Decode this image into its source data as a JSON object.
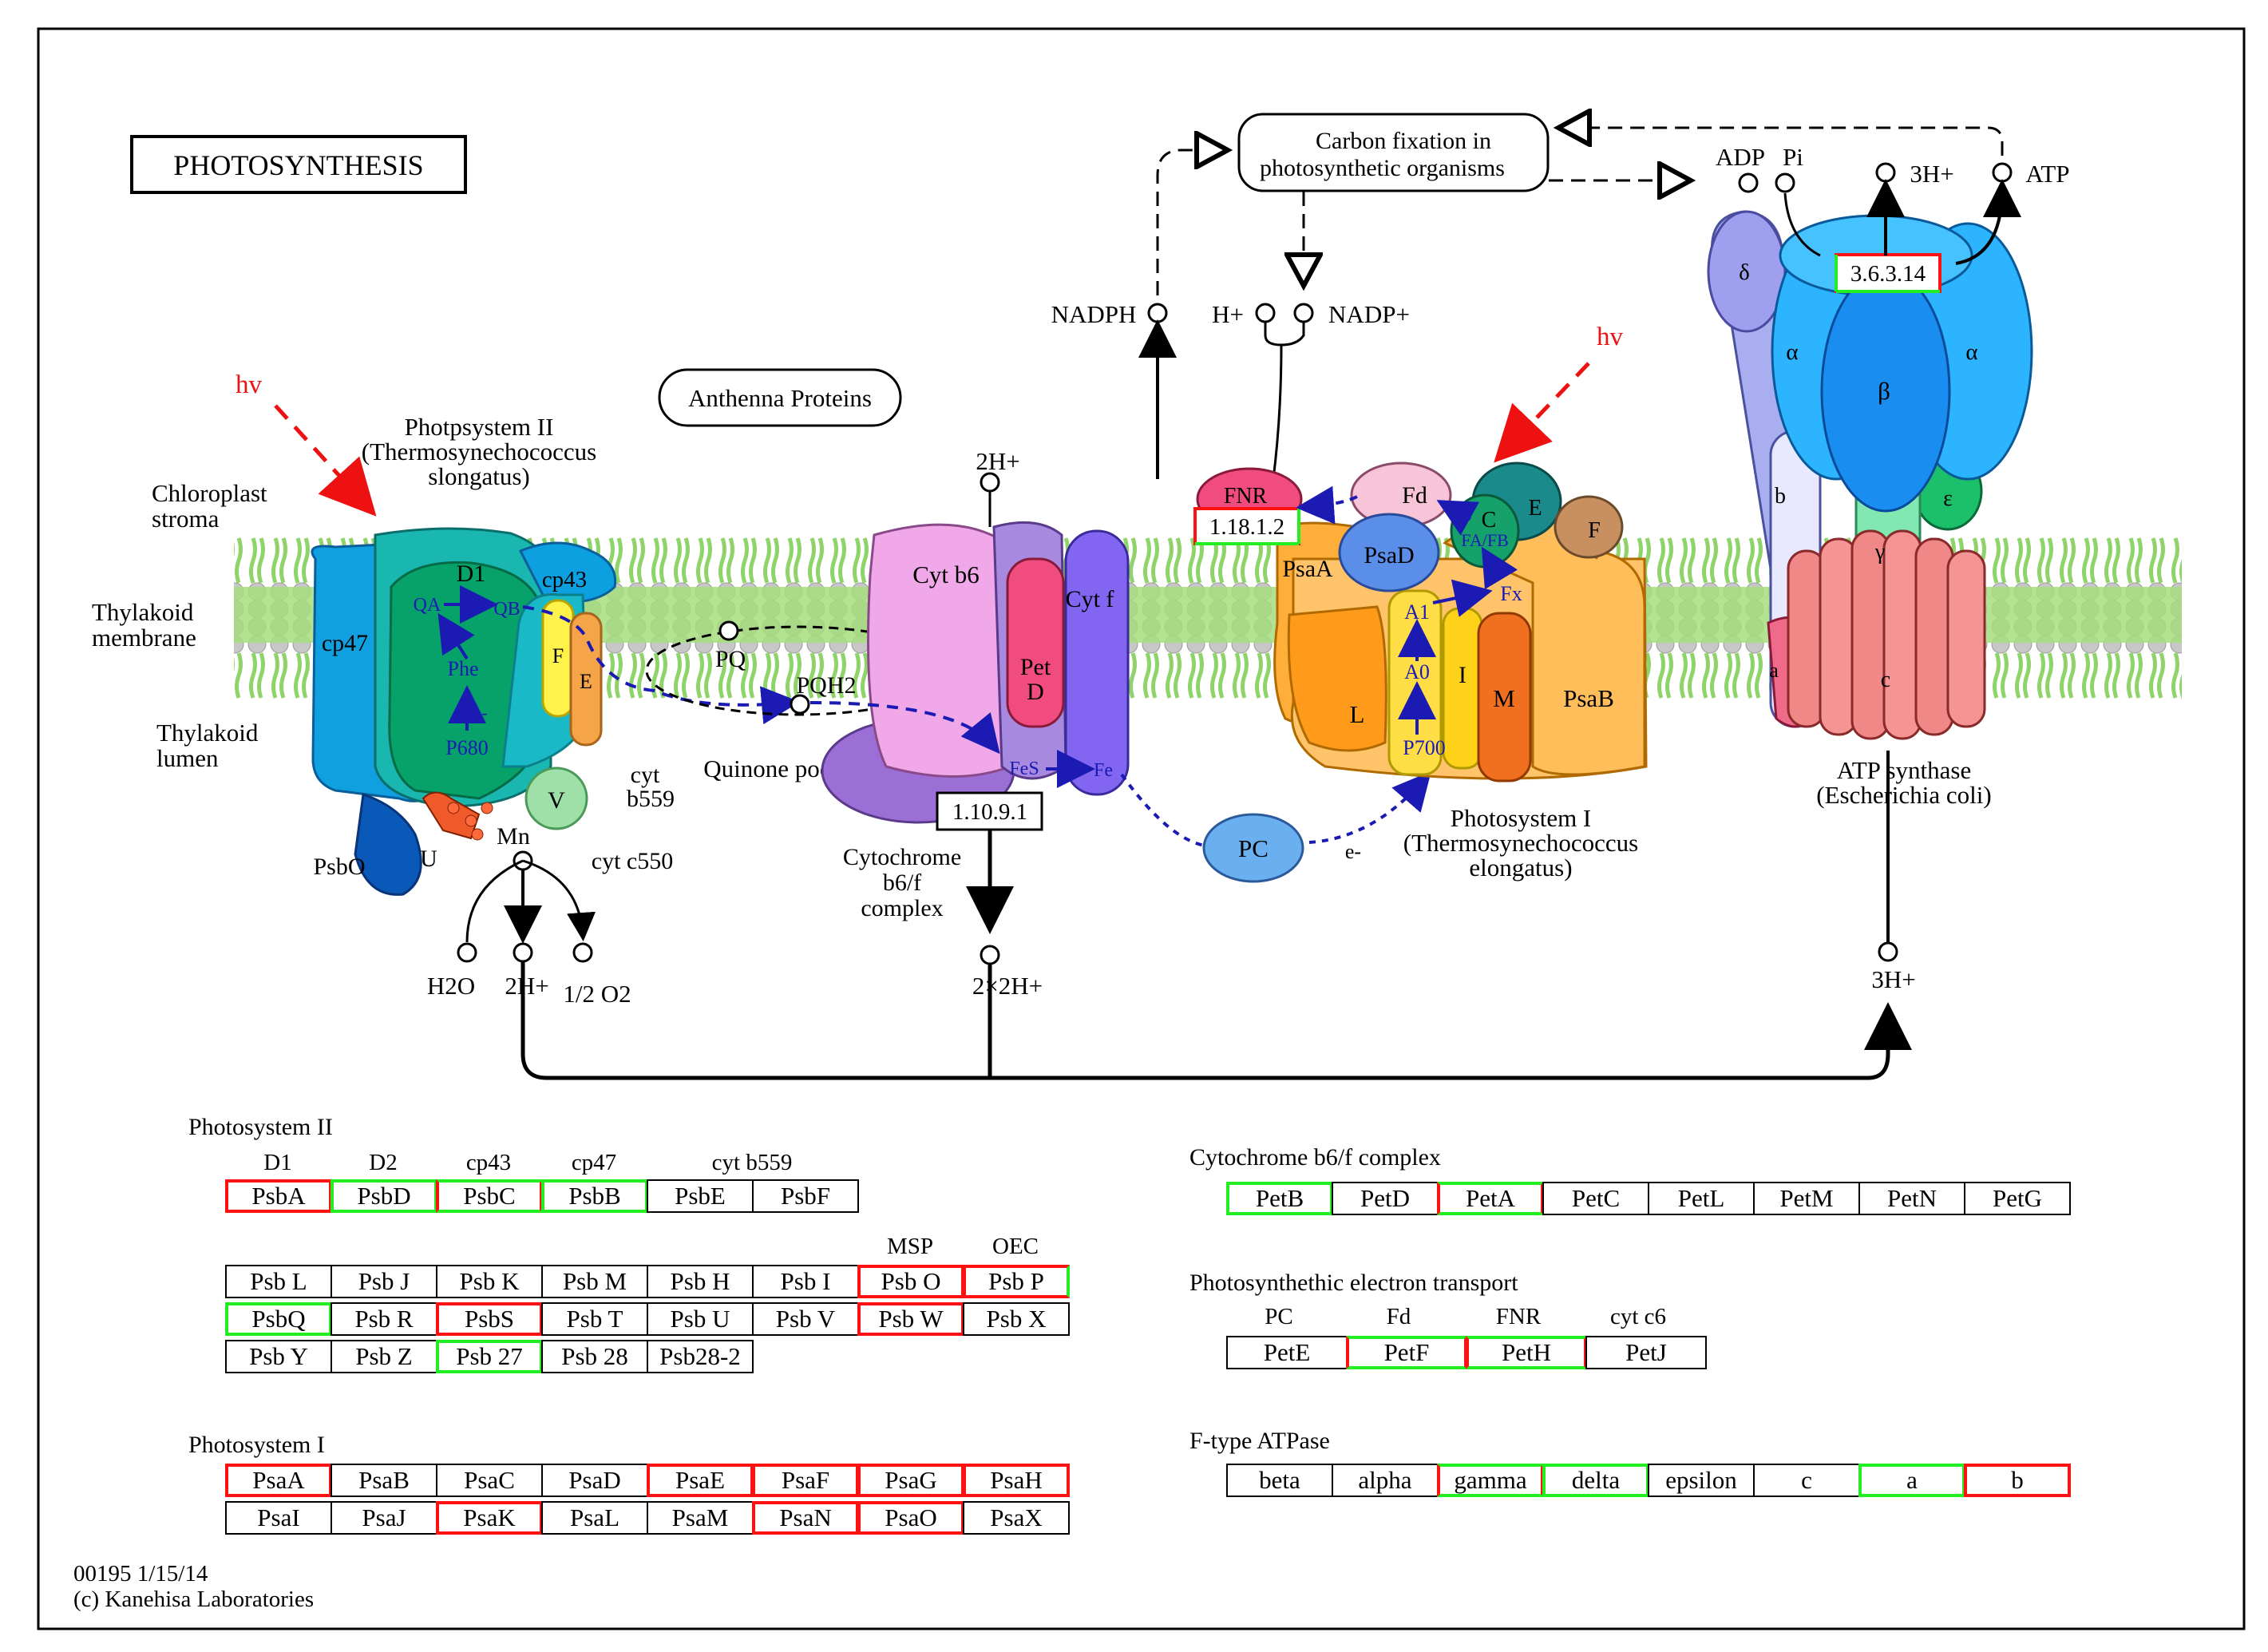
{
  "title": "PHOTOSYNTHESIS",
  "footer": {
    "id_date": "00195 1/15/14",
    "copyright": "(c) Kanehisa Laboratories"
  },
  "diagram": {
    "hv": "hv",
    "stroma": [
      "Chloroplast",
      "stroma"
    ],
    "membrane": [
      "Thylakoid",
      "membrane"
    ],
    "lumen": [
      "Thylakoid",
      "lumen"
    ],
    "ps2_name": [
      "Photpsystem II",
      "(Thermosynechococcus",
      "slongatus)"
    ],
    "antenna": "Anthenna Proteins",
    "carbon_fixation": [
      "Carbon fixation in",
      "photosynthetic organisms"
    ],
    "quinone_pool": "Quinone pool",
    "cyt_complex": [
      "Cytochrome",
      "b6/f",
      "complex"
    ],
    "ps1_name": [
      "Photosystem I",
      "(Thermosynechococcus",
      "elongatus)"
    ],
    "atp_synthase": [
      "ATP synthase",
      "(Escherichia coli)"
    ],
    "ps2_parts": {
      "cp47": "cp47",
      "d1": "D1",
      "cp43": "cp43",
      "qa": "QA",
      "qb": "QB",
      "phe": "Phe",
      "e": "e-",
      "p680": "P680",
      "f": "F",
      "e_sub": "E",
      "cyt_b559": [
        "cyt",
        "b559"
      ],
      "v": "V",
      "cyt_c550": "cyt c550",
      "psbo": "PsbO",
      "u": "U",
      "mn": "Mn"
    },
    "metabolites": {
      "h2o": "H2O",
      "two_h": "2H+",
      "half_o2": "1/2 O2",
      "two_h_top": "2H+",
      "two_x_two_h": "2×2H+",
      "nadph": "NADPH",
      "h_plus": "H+",
      "nadp": "NADP+",
      "adp": "ADP",
      "pi": "Pi",
      "three_h_top": "3H+",
      "atp": "ATP",
      "three_h_bottom": "3H+",
      "pq": "PQ",
      "pqh2": "PQH2",
      "pc": "PC",
      "e_minus": "e-"
    },
    "cyt_parts": {
      "cyt_b6": "Cyt b6",
      "pet_d": [
        "Pet",
        "D"
      ],
      "cyt_f": "Cyt f",
      "fes": "FeS",
      "fe": "Fe"
    },
    "ps1_parts": {
      "fnr": "FNR",
      "fd": "Fd",
      "psad": "PsaD",
      "c": "C",
      "e": "E",
      "f": "F",
      "fafb": "FA/FB",
      "fx": "Fx",
      "psaa": "PsaA",
      "a1": "A1",
      "a0": "A0",
      "l": "L",
      "i": "I",
      "m": "M",
      "psab": "PsaB",
      "p700": "P700"
    },
    "atp_parts": {
      "delta": "δ",
      "alpha1": "α",
      "beta": "β",
      "alpha2": "α",
      "b": "b",
      "epsilon": "ε",
      "gamma": "γ",
      "a": "a",
      "c": "c"
    },
    "ec_boxes": {
      "cyt": "1.10.9.1",
      "fnr": "1.18.1.2",
      "atp": "3.6.3.14"
    }
  },
  "tables": {
    "ps2": {
      "title": "Photosystem II",
      "headers": [
        "D1",
        "D2",
        "cp43",
        "cp47",
        "cyt b559",
        "MSP",
        "OEC"
      ],
      "row1": [
        {
          "t": "PsbA",
          "c": "r"
        },
        {
          "t": "PsbD",
          "c": "g"
        },
        {
          "t": "PsbC",
          "c": "gr"
        },
        {
          "t": "PsbB",
          "c": "g"
        },
        {
          "t": "PsbE",
          "c": ""
        },
        {
          "t": "PsbF",
          "c": ""
        }
      ],
      "row2": [
        {
          "t": "Psb L",
          "c": ""
        },
        {
          "t": "Psb J",
          "c": ""
        },
        {
          "t": "Psb K",
          "c": ""
        },
        {
          "t": "Psb M",
          "c": ""
        },
        {
          "t": "Psb H",
          "c": ""
        },
        {
          "t": "Psb I",
          "c": ""
        },
        {
          "t": "Psb O",
          "c": "r"
        },
        {
          "t": "Psb P",
          "c": "rg"
        }
      ],
      "row3": [
        {
          "t": "PsbQ",
          "c": "g"
        },
        {
          "t": "Psb R",
          "c": ""
        },
        {
          "t": "PsbS",
          "c": "r"
        },
        {
          "t": "Psb T",
          "c": ""
        },
        {
          "t": "Psb U",
          "c": ""
        },
        {
          "t": "Psb V",
          "c": ""
        },
        {
          "t": "Psb W",
          "c": "r"
        },
        {
          "t": "Psb X",
          "c": ""
        }
      ],
      "row4": [
        {
          "t": "Psb Y",
          "c": ""
        },
        {
          "t": "Psb Z",
          "c": ""
        },
        {
          "t": "Psb 27",
          "c": "g"
        },
        {
          "t": "Psb 28",
          "c": ""
        },
        {
          "t": "Psb28-2",
          "c": ""
        }
      ]
    },
    "ps1": {
      "title": "Photosystem I",
      "row1": [
        {
          "t": "PsaA",
          "c": "r"
        },
        {
          "t": "PsaB",
          "c": ""
        },
        {
          "t": "PsaC",
          "c": ""
        },
        {
          "t": "PsaD",
          "c": ""
        },
        {
          "t": "PsaE",
          "c": "r"
        },
        {
          "t": "PsaF",
          "c": "r"
        },
        {
          "t": "PsaG",
          "c": "r"
        },
        {
          "t": "PsaH",
          "c": "r"
        }
      ],
      "row2": [
        {
          "t": "PsaI",
          "c": ""
        },
        {
          "t": "PsaJ",
          "c": ""
        },
        {
          "t": "PsaK",
          "c": "r"
        },
        {
          "t": "PsaL",
          "c": ""
        },
        {
          "t": "PsaM",
          "c": ""
        },
        {
          "t": "PsaN",
          "c": "r"
        },
        {
          "t": "PsaO",
          "c": "r"
        },
        {
          "t": "PsaX",
          "c": ""
        }
      ]
    },
    "cyt": {
      "title": "Cytochrome b6/f complex",
      "row1": [
        {
          "t": "PetB",
          "c": "g"
        },
        {
          "t": "PetD",
          "c": ""
        },
        {
          "t": "PetA",
          "c": "rg2"
        },
        {
          "t": "PetC",
          "c": ""
        },
        {
          "t": "PetL",
          "c": ""
        },
        {
          "t": "PetM",
          "c": ""
        },
        {
          "t": "PetN",
          "c": ""
        },
        {
          "t": "PetG",
          "c": ""
        }
      ]
    },
    "pet": {
      "title": "Photosynthethic electron transport",
      "headers": [
        "PC",
        "Fd",
        "FNR",
        "cyt c6"
      ],
      "row1": [
        {
          "t": "PetE",
          "c": ""
        },
        {
          "t": "PetF",
          "c": "gr2"
        },
        {
          "t": "PetH",
          "c": "gr2"
        },
        {
          "t": "PetJ",
          "c": ""
        }
      ]
    },
    "atpase": {
      "title": "F-type ATPase",
      "row1": [
        {
          "t": "beta",
          "c": ""
        },
        {
          "t": "alpha",
          "c": ""
        },
        {
          "t": "gamma",
          "c": "gr2"
        },
        {
          "t": "delta",
          "c": "g"
        },
        {
          "t": "epsilon",
          "c": ""
        },
        {
          "t": "c",
          "c": ""
        },
        {
          "t": "a",
          "c": "g"
        },
        {
          "t": "b",
          "c": "r"
        }
      ]
    }
  },
  "colors": {
    "highlight_red": "#ff1111",
    "highlight_green": "#22ee22",
    "membrane_green": "#8fd46a",
    "membrane_gray": "#b7b7b7",
    "electron_blue": "#1b1bb4"
  }
}
